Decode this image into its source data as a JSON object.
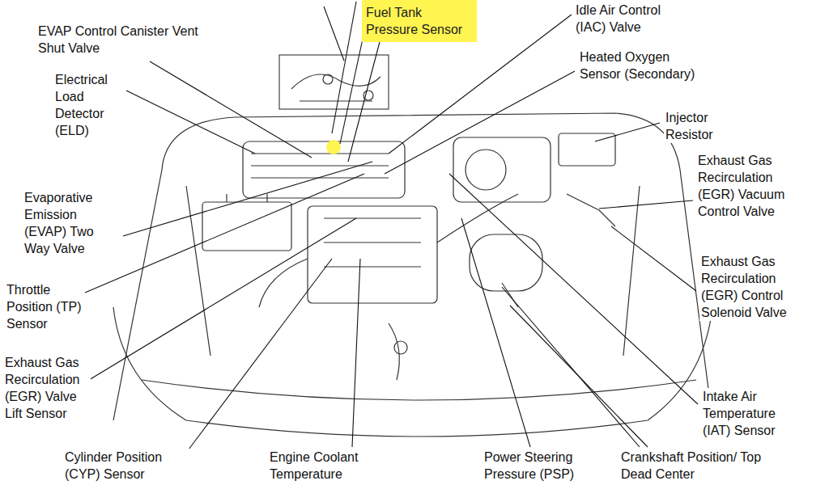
{
  "diagram": {
    "nodes": [
      {
        "text": [
          "Fuel Tank Pressure Sensor"
        ]
      }
    ],
    "labels": [
      "EVAP Control Canister Vent Shut Valve",
      "Idle Air Control (IAC) Valve",
      "Heated Oxygen Sensor (Secondary)",
      "Electrical Load Detector (ELD)",
      "Injector Resistor",
      "Exhaust Gas Recirculation (EGR) Vacuum Control Valve",
      "Evaporative Emission (EVAP) Two Way Valve",
      "Exhaust Gas Recirculation (EGR) Control Solenoid Valve",
      "Throttle Position (TP) Sensor",
      "Exhaust Gas Recirculation (EGR) Valve Lift Sensor",
      "Intake Air Temperature (IAT) Sensor",
      "Cylinder Position (CYP) Sensor",
      "Engine Coolant Temperature",
      "Power Steering Pressure (PSP)",
      "Crankshaft Position/ Top Dead Center"
    ]
  }
}
